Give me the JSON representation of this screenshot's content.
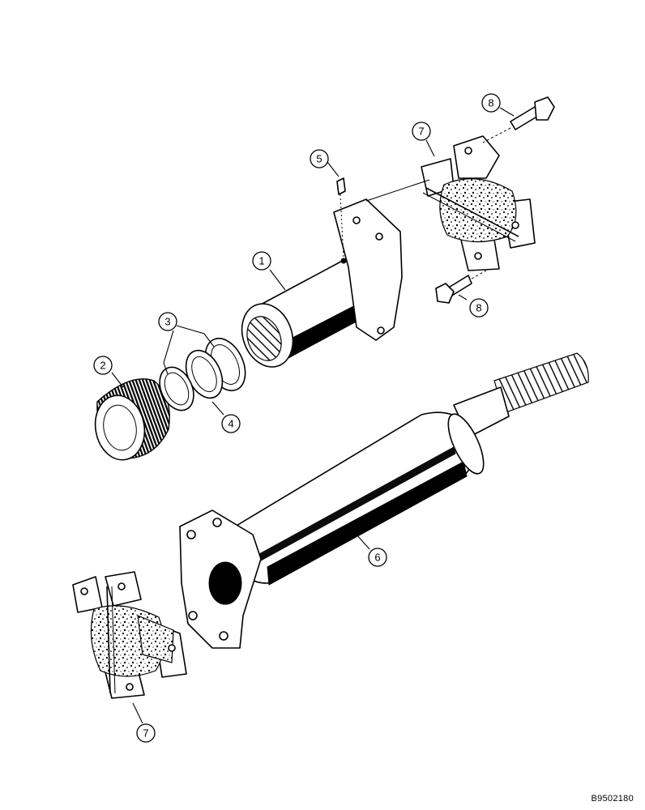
{
  "drawing_code": "B9502180",
  "callouts": [
    {
      "label": "1"
    },
    {
      "label": "2"
    },
    {
      "label": "3"
    },
    {
      "label": "4"
    },
    {
      "label": "5"
    },
    {
      "label": "6"
    },
    {
      "label": "7"
    },
    {
      "label": "7"
    },
    {
      "label": "8"
    },
    {
      "label": "8"
    }
  ],
  "colors": {
    "ink": "#000000",
    "paper": "#ffffff"
  }
}
